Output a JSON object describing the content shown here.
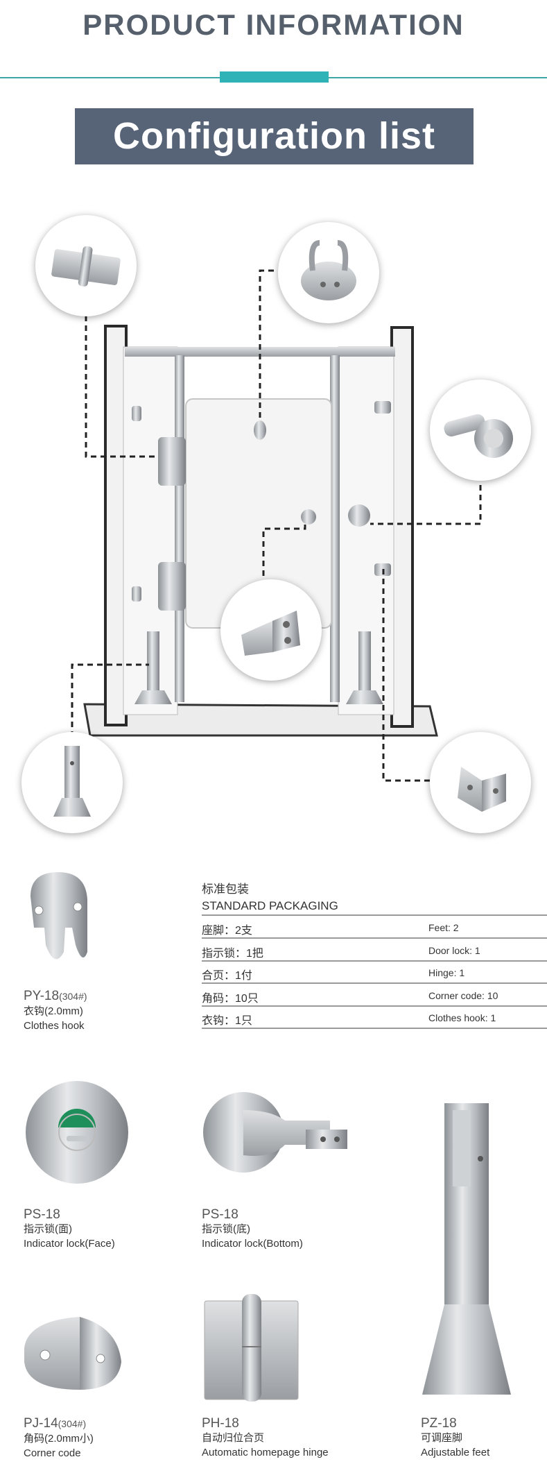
{
  "header": {
    "title": "PRODUCT INFORMATION",
    "banner": "Configuration list"
  },
  "packaging": {
    "title_cn": "标准包装",
    "title_en": "STANDARD PACKAGING",
    "rows": [
      {
        "cn": "座脚：2支",
        "en": "Feet: 2"
      },
      {
        "cn": "指示锁：1把",
        "en": "Door lock: 1"
      },
      {
        "cn": "合页：1付",
        "en": "Hinge: 1"
      },
      {
        "cn": "角码：10只",
        "en": "Corner code: 10"
      },
      {
        "cn": "衣钩：1只",
        "en": "Clothes hook: 1"
      }
    ]
  },
  "products": [
    {
      "model": "PY-18",
      "spec": "(304#)",
      "cn": "衣钩(2.0mm)",
      "en": "Clothes hook"
    },
    {
      "model": "PS-18",
      "spec": "",
      "cn": "指示锁(面)",
      "en": "Indicator lock(Face)"
    },
    {
      "model": "PS-18",
      "spec": "",
      "cn": "指示锁(底)",
      "en": "Indicator lock(Bottom)"
    },
    {
      "model": "PJ-14",
      "spec": "(304#)",
      "cn": "角码(2.0mm小)",
      "en": "Corner code"
    },
    {
      "model": "PH-18",
      "spec": "",
      "cn": "自动归位合页",
      "en": "Automatic homepage hinge"
    },
    {
      "model": "PZ-18",
      "spec": "",
      "cn": "可调座脚",
      "en": "Adjustable feet"
    }
  ],
  "colors": {
    "banner": "#576377",
    "accent": "#2fb3b7",
    "title": "#56606c"
  }
}
